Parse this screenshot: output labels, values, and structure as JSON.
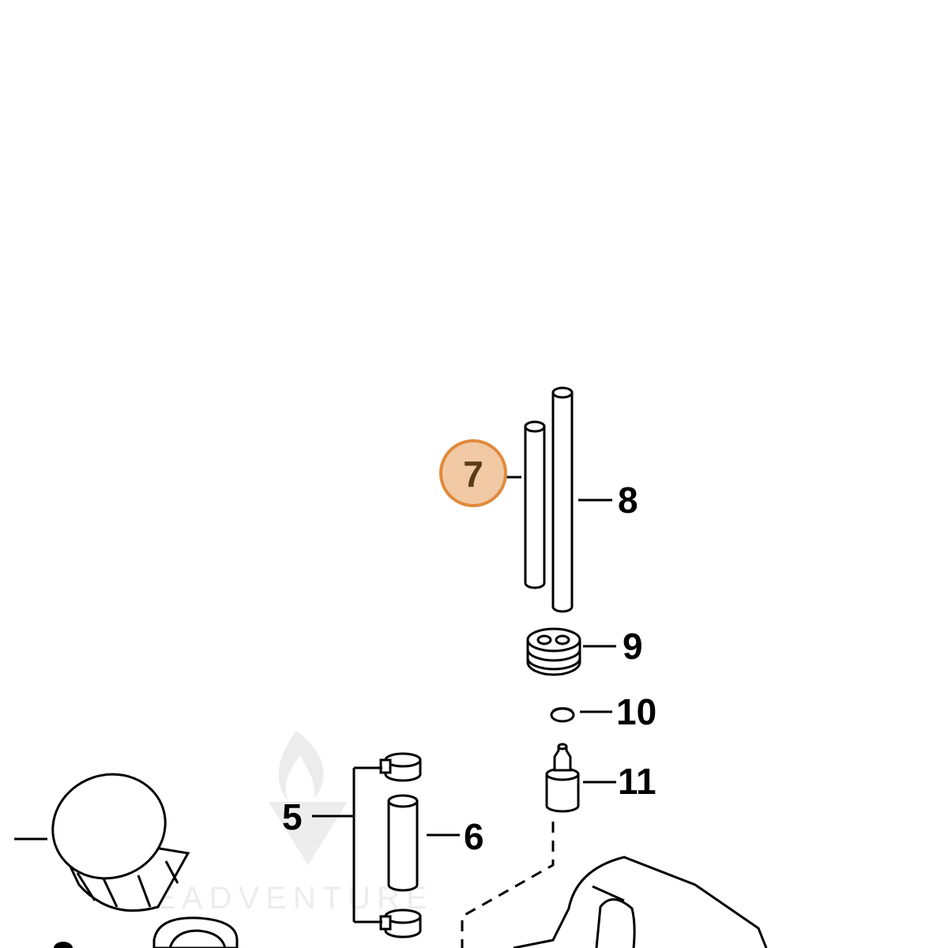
{
  "callouts": [
    {
      "id": "5",
      "label": "5"
    },
    {
      "id": "6",
      "label": "6"
    },
    {
      "id": "7",
      "label": "7",
      "highlighted": true
    },
    {
      "id": "8",
      "label": "8"
    },
    {
      "id": "9",
      "label": "9"
    },
    {
      "id": "10",
      "label": "10"
    },
    {
      "id": "11",
      "label": "11"
    }
  ],
  "watermark": {
    "text": "LEADVENTURE"
  },
  "colors": {
    "highlight_fill": "#f2c9a5",
    "highlight_stroke": "#e08a3c",
    "highlight_text": "#5a3a18",
    "line": "#000000"
  }
}
